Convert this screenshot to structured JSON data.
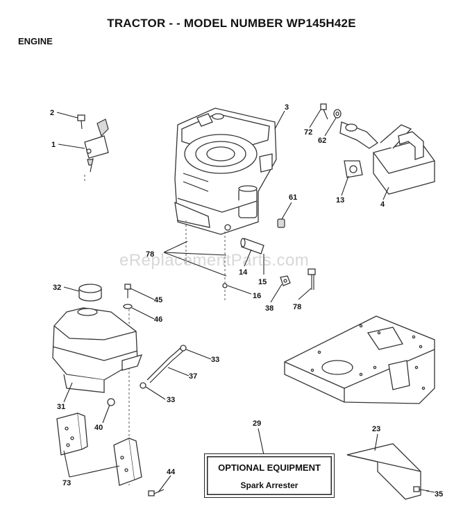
{
  "header": {
    "title": "TRACTOR - - MODEL NUMBER WP145H42E",
    "section": "ENGINE"
  },
  "watermark": "eReplacementParts.com",
  "optional_box": {
    "title": "OPTIONAL EQUIPMENT",
    "item": "Spark Arrester"
  },
  "callouts": {
    "p1": "1",
    "p2": "2",
    "p3": "3",
    "p4": "4",
    "p13": "13",
    "p14": "14",
    "p15": "15",
    "p16": "16",
    "p23": "23",
    "p29": "29",
    "p31": "31",
    "p32": "32",
    "p33a": "33",
    "p33b": "33",
    "p35": "35",
    "p37": "37",
    "p38": "38",
    "p40": "40",
    "p44": "44",
    "p45": "45",
    "p46": "46",
    "p61": "61",
    "p62": "62",
    "p72": "72",
    "p73": "73",
    "p78a": "78",
    "p78b": "78"
  }
}
